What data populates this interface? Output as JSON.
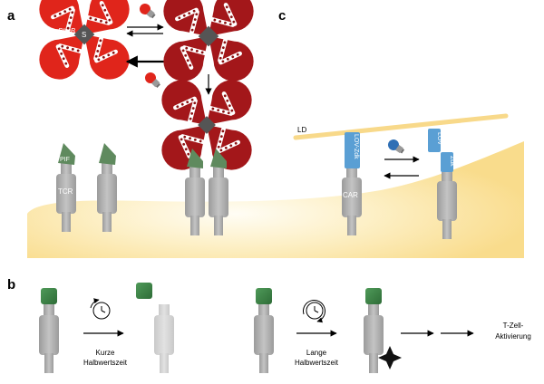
{
  "panels": {
    "a": {
      "label": "a"
    },
    "b": {
      "label": "b"
    },
    "c": {
      "label": "c"
    }
  },
  "labels": {
    "phyb": "PhyB",
    "s": "S",
    "pif": "PIF",
    "tcr": "TCR",
    "ld": "LD",
    "lov_zdk": "LOV-Zdk",
    "lov": "LOV",
    "zdk": "Zdk",
    "car": "CAR",
    "short_line1": "Kurze",
    "short_line2": "Halbwertszeit",
    "long_line1": "Lange",
    "long_line2": "Halbwertszeit",
    "activation_line1": "T-Zell-",
    "activation_line2": "Aktivierung"
  },
  "colors": {
    "phyb_red": "#e0251b",
    "phyb_dark_red": "#a3171a",
    "receptor_gray": "#b3b3b3",
    "pif_green": "#5f8a5e",
    "cell_yellow": "#fbe7a8",
    "ld_bar": "#f8d98a",
    "lov_blue": "#5a9fd4",
    "square_green": "#3b7f45"
  },
  "icons": {
    "red_bulb": "red-light-bulb-icon",
    "blue_bulb": "blue-light-bulb-icon",
    "timer": "timer-icon",
    "star": "activation-star-icon"
  }
}
